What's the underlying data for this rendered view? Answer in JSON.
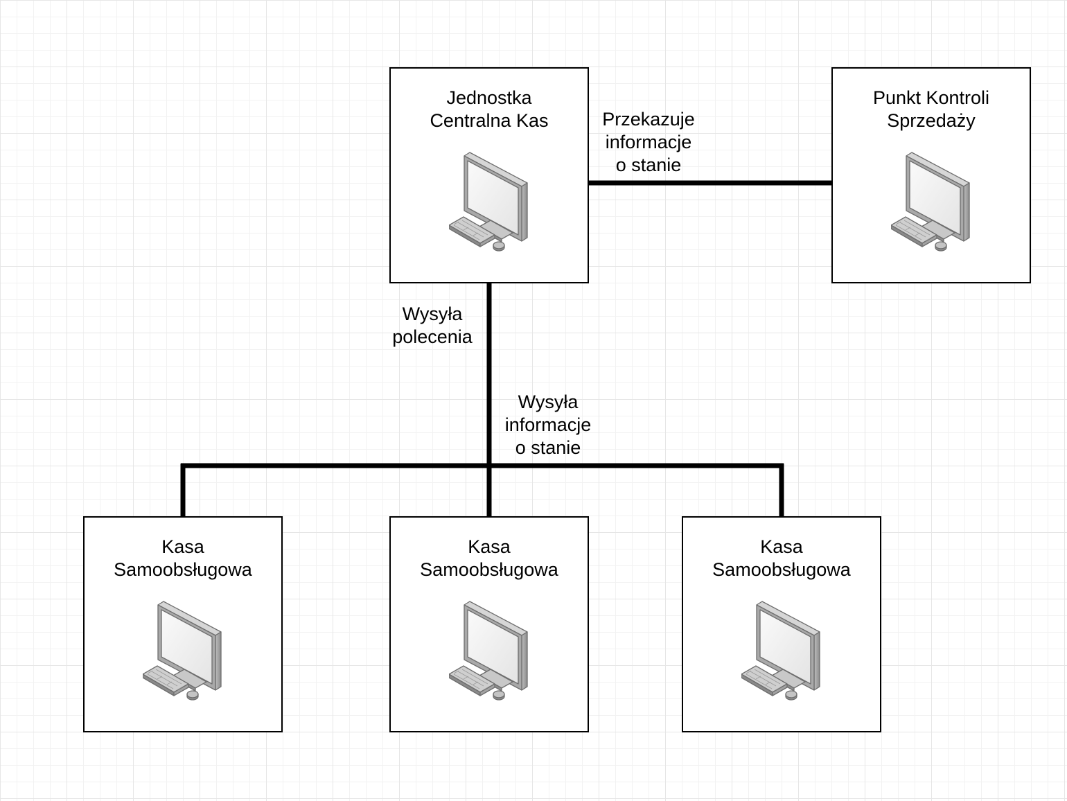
{
  "nodes": {
    "central": {
      "label": [
        "Jednostka",
        "Centralna Kas"
      ],
      "icon": "desktop-computer-icon"
    },
    "control": {
      "label": [
        "Punkt Kontroli",
        "Sprzedaży"
      ],
      "icon": "desktop-computer-icon"
    },
    "kiosk1": {
      "label": [
        "Kasa",
        "Samoobsługowa"
      ],
      "icon": "desktop-computer-icon"
    },
    "kiosk2": {
      "label": [
        "Kasa",
        "Samoobsługowa"
      ],
      "icon": "desktop-computer-icon"
    },
    "kiosk3": {
      "label": [
        "Kasa",
        "Samoobsługowa"
      ],
      "icon": "desktop-computer-icon"
    }
  },
  "edges": {
    "central_to_control": {
      "label": [
        "Przekazuje",
        "informacje",
        "o stanie"
      ]
    },
    "central_to_kiosks": {
      "label": [
        "Wysyła",
        "polecenia"
      ]
    },
    "kiosks_to_central": {
      "label": [
        "Wysyła",
        "informacje",
        "o stanie"
      ]
    }
  },
  "colors": {
    "line": "#000000",
    "grid": "#e6e6e6",
    "node_fill": "#ffffff"
  }
}
